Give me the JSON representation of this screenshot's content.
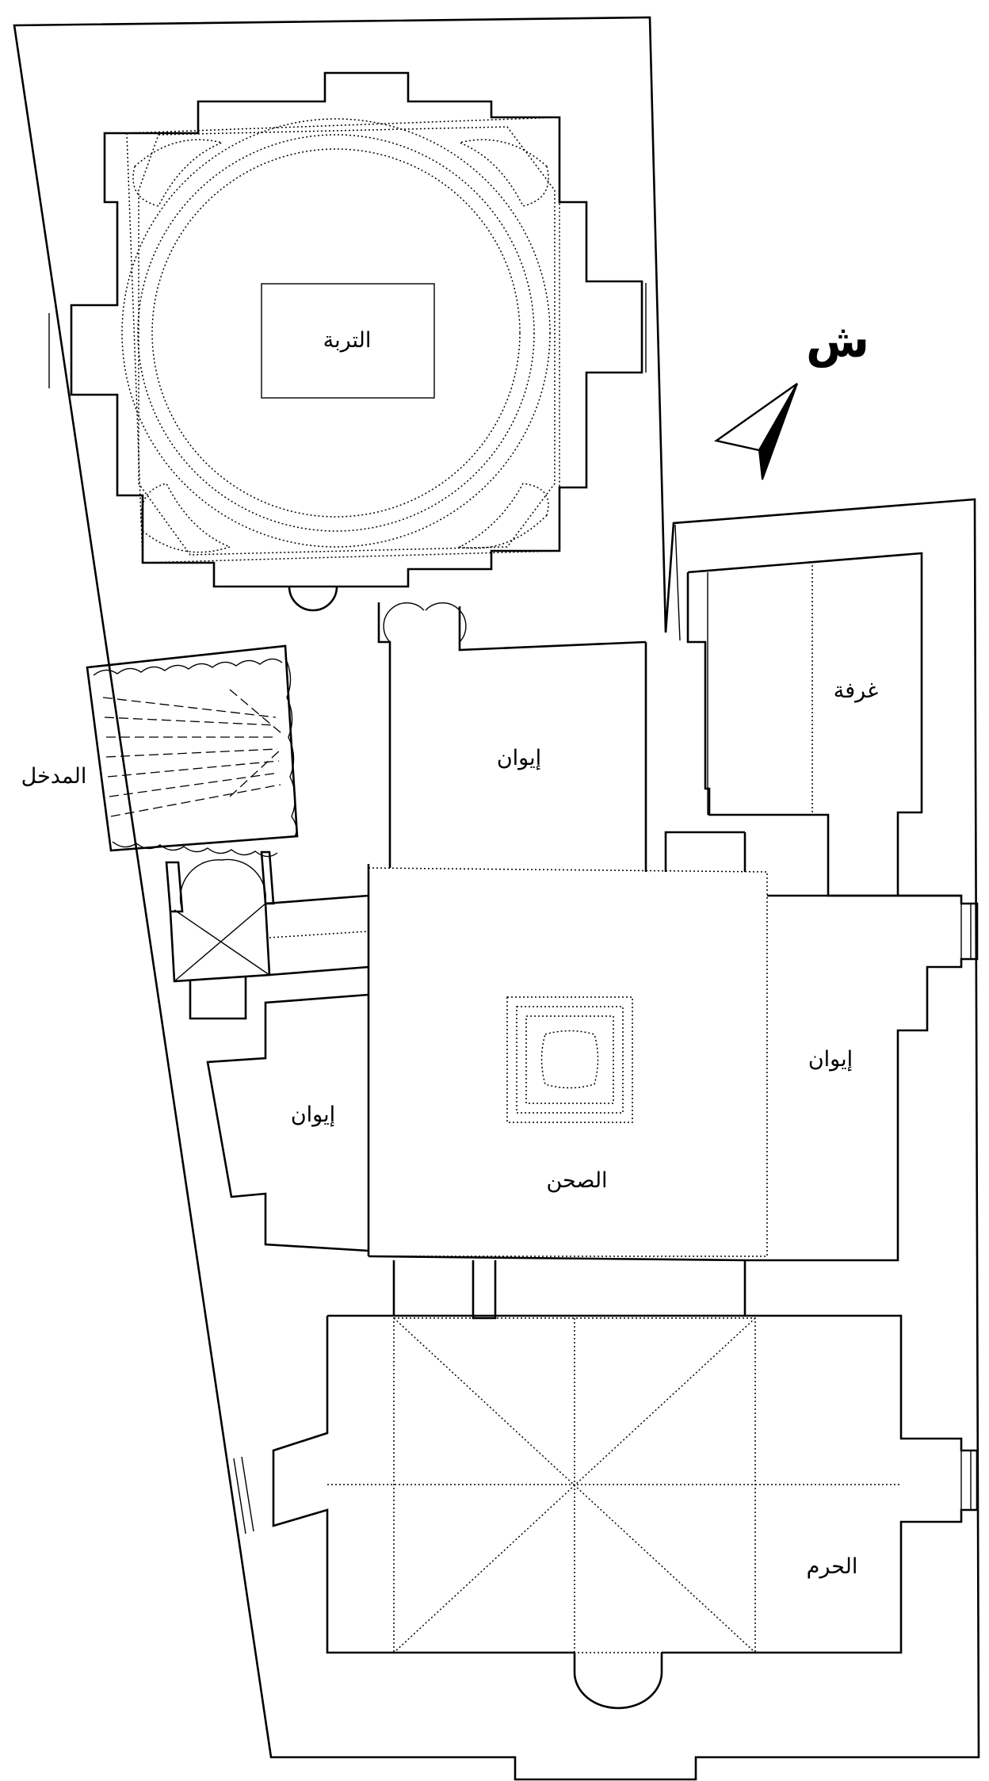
{
  "labels": {
    "tomb": "التربة",
    "north": "ش",
    "room": "غرفة",
    "entrance": "المدخل",
    "iwan_north": "إيوان",
    "iwan_east": "إيوان",
    "iwan_west": "إيوان",
    "courtyard": "الصحن",
    "sanctuary": "الحرم"
  }
}
